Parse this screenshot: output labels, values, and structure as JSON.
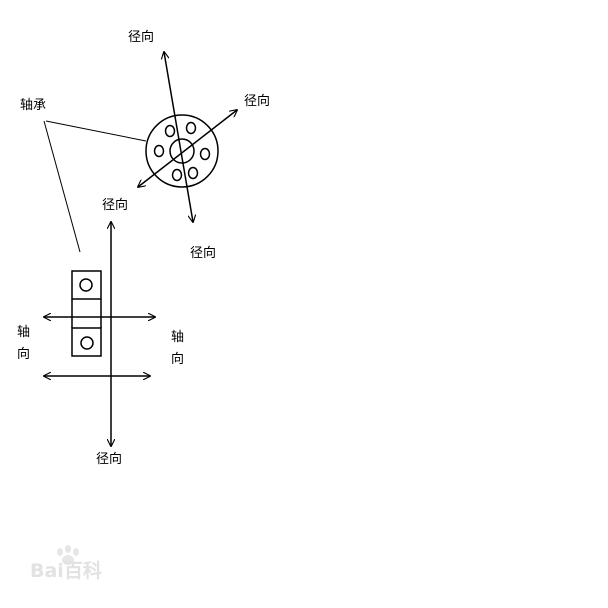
{
  "labels": {
    "radial_top": "径向",
    "radial_right": "径向",
    "radial_lower": "径向",
    "radial_mid": "径向",
    "radial_bottom": "径向",
    "bearing": "轴承",
    "axial_left": "轴向",
    "axial_right": "轴向"
  },
  "watermark": {
    "text": "Bai百科"
  }
}
